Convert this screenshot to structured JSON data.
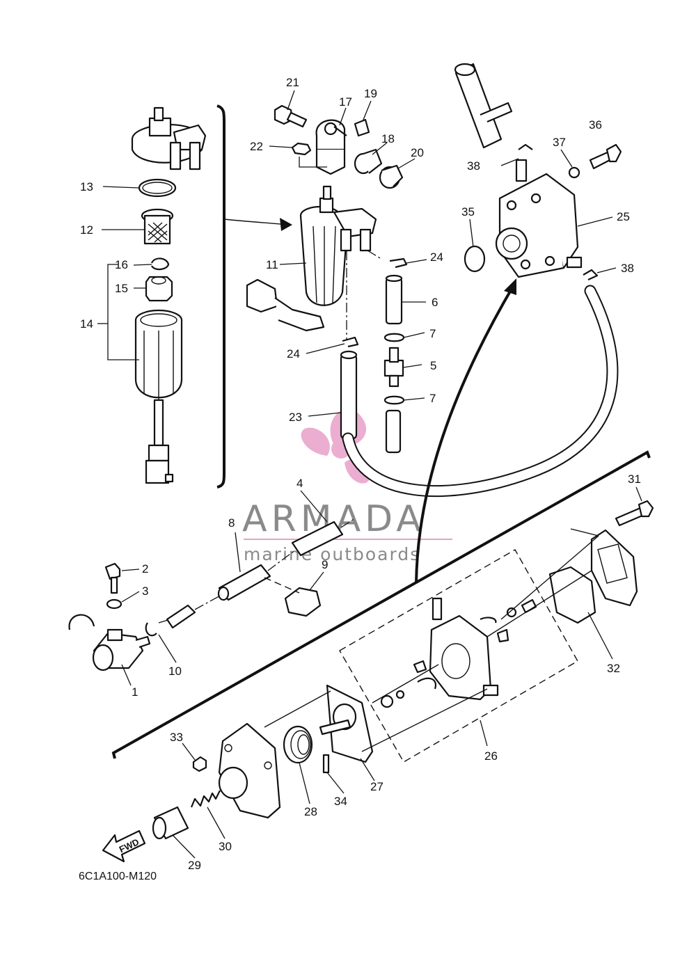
{
  "diagram_code": "6C1A100-M120",
  "watermark": {
    "brand": "ARMADA",
    "tagline": "marine outboards",
    "logo_color": "#e8a0c8",
    "text_color": "#8a8a8a"
  },
  "forward_label": "FWD",
  "callouts": [
    "1",
    "2",
    "3",
    "4",
    "5",
    "6",
    "7",
    "7",
    "8",
    "9",
    "10",
    "11",
    "12",
    "13",
    "14",
    "15",
    "16",
    "17",
    "18",
    "19",
    "20",
    "21",
    "22",
    "23",
    "24",
    "24",
    "25",
    "26",
    "27",
    "28",
    "29",
    "30",
    "31",
    "32",
    "33",
    "34",
    "35",
    "36",
    "37",
    "38",
    "38"
  ]
}
